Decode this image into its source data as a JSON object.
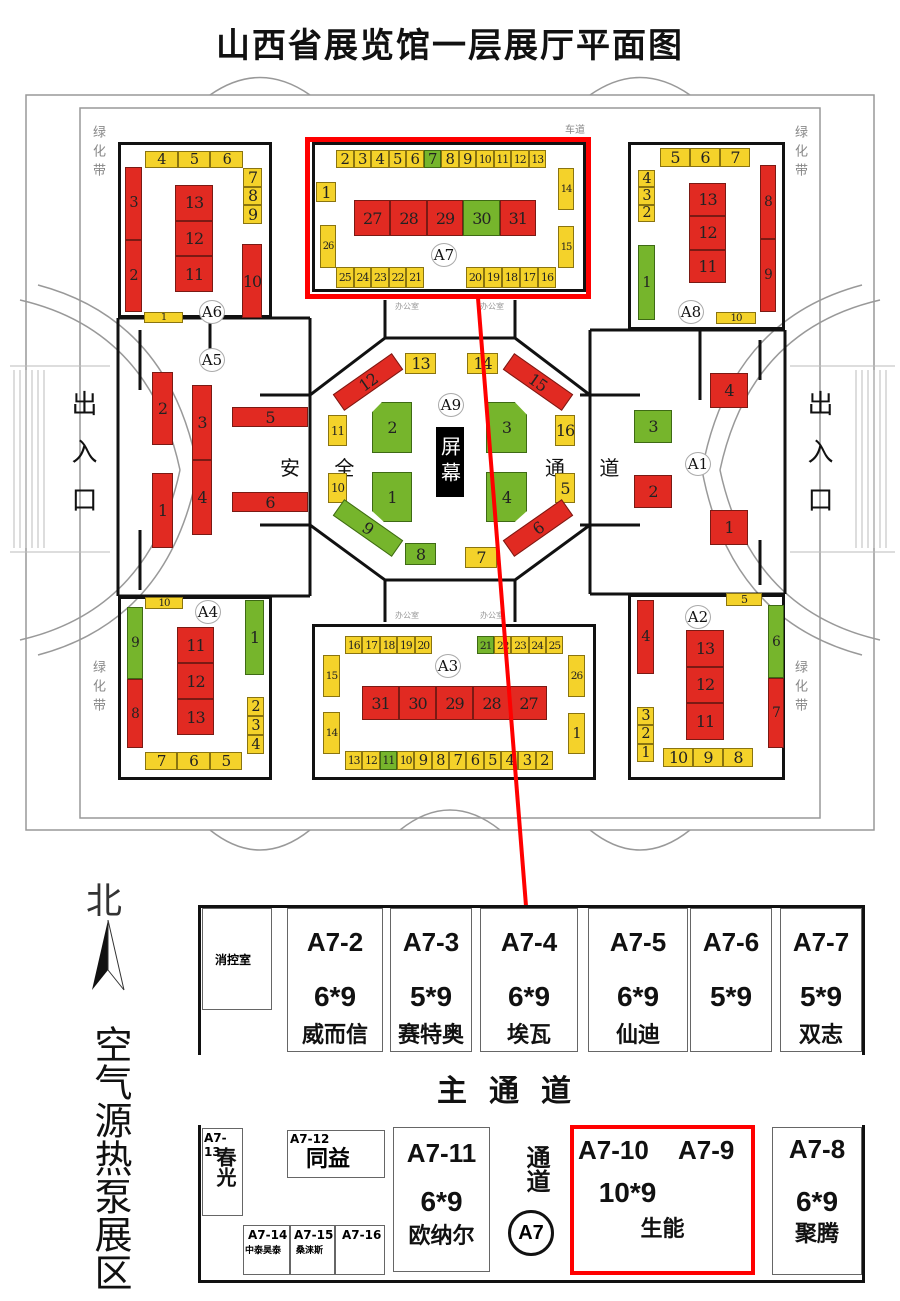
{
  "title": "山西省展览馆一层展厅平面图",
  "colors": {
    "red": "#e12a22",
    "yellow": "#f4d22a",
    "green": "#76b52c",
    "highlight": "#ff0000"
  },
  "labels": {
    "green_belt": "绿化带",
    "exit": "出入口",
    "driveway": "车道",
    "screen": "屏幕",
    "safety_passage": "安 全",
    "passage": "通 道",
    "office": "办公室",
    "north": "北",
    "area_title": "空气源热泵展区",
    "main_passage": "主通道",
    "side_passage": "通道",
    "fire_control_room": "消控室",
    "a7_badge": "A7"
  },
  "halls": [
    {
      "id": "A7",
      "label": "A7",
      "groups": [
        [
          {
            "n": "2",
            "c": "yellow"
          },
          {
            "n": "3",
            "c": "yellow"
          },
          {
            "n": "4",
            "c": "yellow"
          },
          {
            "n": "5",
            "c": "yellow"
          },
          {
            "n": "6",
            "c": "yellow"
          },
          {
            "n": "7",
            "c": "green"
          },
          {
            "n": "8",
            "c": "yellow"
          },
          {
            "n": "9",
            "c": "yellow"
          },
          {
            "n": "10",
            "c": "yellow"
          },
          {
            "n": "11",
            "c": "yellow"
          },
          {
            "n": "12",
            "c": "yellow"
          },
          {
            "n": "13",
            "c": "yellow"
          }
        ],
        [
          {
            "n": "1",
            "c": "yellow"
          }
        ],
        [
          {
            "n": "14",
            "c": "yellow"
          }
        ],
        [
          {
            "n": "15",
            "c": "yellow"
          }
        ],
        [
          {
            "n": "26",
            "c": "yellow"
          }
        ],
        [
          {
            "n": "27",
            "c": "red"
          },
          {
            "n": "28",
            "c": "red"
          },
          {
            "n": "29",
            "c": "red"
          },
          {
            "n": "30",
            "c": "green"
          },
          {
            "n": "31",
            "c": "red"
          }
        ],
        [
          {
            "n": "25",
            "c": "yellow"
          },
          {
            "n": "24",
            "c": "yellow"
          },
          {
            "n": "23",
            "c": "yellow"
          },
          {
            "n": "22",
            "c": "yellow"
          },
          {
            "n": "21",
            "c": "yellow"
          }
        ],
        [
          {
            "n": "20",
            "c": "yellow"
          },
          {
            "n": "19",
            "c": "yellow"
          },
          {
            "n": "18",
            "c": "yellow"
          },
          {
            "n": "17",
            "c": "yellow"
          },
          {
            "n": "16",
            "c": "yellow"
          }
        ]
      ]
    },
    {
      "id": "A6",
      "label": "A6",
      "groups": [
        [
          {
            "n": "4",
            "c": "yellow"
          },
          {
            "n": "5",
            "c": "yellow"
          },
          {
            "n": "6",
            "c": "yellow"
          }
        ],
        [
          {
            "n": "7",
            "c": "yellow"
          },
          {
            "n": "8",
            "c": "yellow"
          },
          {
            "n": "9",
            "c": "yellow"
          }
        ],
        [
          {
            "n": "3",
            "c": "red"
          },
          {
            "n": "2",
            "c": "red"
          }
        ],
        [
          {
            "n": "13",
            "c": "red"
          },
          {
            "n": "12",
            "c": "red"
          },
          {
            "n": "11",
            "c": "red"
          }
        ],
        [
          {
            "n": "10",
            "c": "red"
          }
        ],
        [
          {
            "n": "1",
            "c": "yellow"
          }
        ]
      ]
    },
    {
      "id": "A5",
      "label": "A5",
      "groups": [
        [
          {
            "n": "2",
            "c": "red"
          }
        ],
        [
          {
            "n": "3",
            "c": "red"
          },
          {
            "n": "4",
            "c": "red"
          }
        ],
        [
          {
            "n": "1",
            "c": "red"
          }
        ],
        [
          {
            "n": "5",
            "c": "red"
          }
        ],
        [
          {
            "n": "6",
            "c": "red"
          }
        ]
      ]
    },
    {
      "id": "A9",
      "label": "A9",
      "groups": [
        [
          {
            "n": "13",
            "c": "yellow"
          }
        ],
        [
          {
            "n": "14",
            "c": "yellow"
          }
        ],
        [
          {
            "n": "12",
            "c": "red"
          }
        ],
        [
          {
            "n": "15",
            "c": "red"
          }
        ],
        [
          {
            "n": "11",
            "c": "yellow"
          }
        ],
        [
          {
            "n": "16",
            "c": "yellow"
          }
        ],
        [
          {
            "n": "10",
            "c": "yellow"
          }
        ],
        [
          {
            "n": "5",
            "c": "yellow"
          }
        ],
        [
          {
            "n": "9",
            "c": "green"
          }
        ],
        [
          {
            "n": "6",
            "c": "red"
          }
        ],
        [
          {
            "n": "8",
            "c": "green"
          }
        ],
        [
          {
            "n": "7",
            "c": "yellow"
          }
        ],
        [
          {
            "n": "2",
            "c": "green"
          }
        ],
        [
          {
            "n": "1",
            "c": "green"
          }
        ],
        [
          {
            "n": "3",
            "c": "green"
          }
        ],
        [
          {
            "n": "4",
            "c": "green"
          }
        ]
      ]
    },
    {
      "id": "A1",
      "label": "A1",
      "groups": [
        [
          {
            "n": "3",
            "c": "green"
          }
        ],
        [
          {
            "n": "2",
            "c": "red"
          }
        ],
        [
          {
            "n": "4",
            "c": "red"
          }
        ],
        [
          {
            "n": "1",
            "c": "red"
          }
        ]
      ]
    },
    {
      "id": "A8",
      "label": "A8",
      "groups": [
        [
          {
            "n": "5",
            "c": "yellow"
          },
          {
            "n": "6",
            "c": "yellow"
          },
          {
            "n": "7",
            "c": "yellow"
          }
        ],
        [
          {
            "n": "4",
            "c": "yellow"
          },
          {
            "n": "3",
            "c": "yellow"
          },
          {
            "n": "2",
            "c": "yellow"
          }
        ],
        [
          {
            "n": "1",
            "c": "green"
          }
        ],
        [
          {
            "n": "13",
            "c": "red"
          },
          {
            "n": "12",
            "c": "red"
          },
          {
            "n": "11",
            "c": "red"
          }
        ],
        [
          {
            "n": "8",
            "c": "red"
          },
          {
            "n": "9",
            "c": "red"
          }
        ],
        [
          {
            "n": "10",
            "c": "yellow"
          }
        ]
      ]
    },
    {
      "id": "A4",
      "label": "A4",
      "groups": [
        [
          {
            "n": "10",
            "c": "yellow"
          }
        ],
        [
          {
            "n": "9",
            "c": "green"
          }
        ],
        [
          {
            "n": "8",
            "c": "red"
          }
        ],
        [
          {
            "n": "11",
            "c": "red"
          },
          {
            "n": "12",
            "c": "red"
          },
          {
            "n": "13",
            "c": "red"
          }
        ],
        [
          {
            "n": "1",
            "c": "green"
          }
        ],
        [
          {
            "n": "2",
            "c": "yellow"
          },
          {
            "n": "3",
            "c": "yellow"
          },
          {
            "n": "4",
            "c": "yellow"
          }
        ],
        [
          {
            "n": "7",
            "c": "yellow"
          },
          {
            "n": "6",
            "c": "yellow"
          },
          {
            "n": "5",
            "c": "yellow"
          }
        ]
      ]
    },
    {
      "id": "A3",
      "label": "A3",
      "groups": [
        [
          {
            "n": "16",
            "c": "yellow"
          },
          {
            "n": "17",
            "c": "yellow"
          },
          {
            "n": "18",
            "c": "yellow"
          },
          {
            "n": "19",
            "c": "yellow"
          },
          {
            "n": "20",
            "c": "yellow"
          }
        ],
        [
          {
            "n": "21",
            "c": "green"
          },
          {
            "n": "22",
            "c": "yellow"
          },
          {
            "n": "23",
            "c": "yellow"
          },
          {
            "n": "24",
            "c": "yellow"
          },
          {
            "n": "25",
            "c": "yellow"
          }
        ],
        [
          {
            "n": "15",
            "c": "yellow"
          }
        ],
        [
          {
            "n": "14",
            "c": "yellow"
          }
        ],
        [
          {
            "n": "26",
            "c": "yellow"
          }
        ],
        [
          {
            "n": "1",
            "c": "yellow"
          }
        ],
        [
          {
            "n": "31",
            "c": "red"
          },
          {
            "n": "30",
            "c": "red"
          },
          {
            "n": "29",
            "c": "red"
          },
          {
            "n": "28",
            "c": "red"
          },
          {
            "n": "27",
            "c": "red"
          }
        ],
        [
          {
            "n": "13",
            "c": "yellow"
          },
          {
            "n": "12",
            "c": "yellow"
          },
          {
            "n": "11",
            "c": "green"
          },
          {
            "n": "10",
            "c": "yellow"
          },
          {
            "n": "9",
            "c": "yellow"
          },
          {
            "n": "8",
            "c": "yellow"
          },
          {
            "n": "7",
            "c": "yellow"
          },
          {
            "n": "6",
            "c": "yellow"
          },
          {
            "n": "5",
            "c": "yellow"
          },
          {
            "n": "4",
            "c": "yellow"
          },
          {
            "n": "3",
            "c": "yellow"
          },
          {
            "n": "2",
            "c": "yellow"
          }
        ]
      ]
    },
    {
      "id": "A2",
      "label": "A2",
      "groups": [
        [
          {
            "n": "4",
            "c": "red"
          }
        ],
        [
          {
            "n": "5",
            "c": "yellow"
          }
        ],
        [
          {
            "n": "6",
            "c": "green"
          }
        ],
        [
          {
            "n": "7",
            "c": "red"
          }
        ],
        [
          {
            "n": "13",
            "c": "red"
          },
          {
            "n": "12",
            "c": "red"
          },
          {
            "n": "11",
            "c": "red"
          }
        ],
        [
          {
            "n": "3",
            "c": "yellow"
          },
          {
            "n": "2",
            "c": "yellow"
          },
          {
            "n": "1",
            "c": "yellow"
          }
        ],
        [
          {
            "n": "10",
            "c": "yellow"
          },
          {
            "n": "9",
            "c": "yellow"
          },
          {
            "n": "8",
            "c": "yellow"
          }
        ]
      ]
    }
  ],
  "detail": {
    "top": [
      {
        "id": "A7-2",
        "size": "6*9",
        "company": "威而信"
      },
      {
        "id": "A7-3",
        "size": "5*9",
        "company": "赛特奥"
      },
      {
        "id": "A7-4",
        "size": "6*9",
        "company": "埃瓦"
      },
      {
        "id": "A7-5",
        "size": "6*9",
        "company": "仙迪"
      },
      {
        "id": "A7-6",
        "size": "5*9",
        "company": ""
      },
      {
        "id": "A7-7",
        "size": "5*9",
        "company": "双志"
      }
    ],
    "bottom": {
      "a7_13": {
        "id": "A7-13",
        "company": "春光"
      },
      "a7_12": {
        "id": "A7-12",
        "company": "同益"
      },
      "a7_11": {
        "id": "A7-11",
        "size": "6*9",
        "company": "欧纳尔"
      },
      "a7_10_9": {
        "id1": "A7-10",
        "id2": "A7-9",
        "size": "10*9",
        "company": "生能"
      },
      "a7_8": {
        "id": "A7-8",
        "size": "6*9",
        "company": "聚腾"
      },
      "a7_14": {
        "id": "A7-14",
        "company": "中泰昊泰"
      },
      "a7_15": {
        "id": "A7-15",
        "company": "桑涞斯"
      },
      "a7_16": {
        "id": "A7-16",
        "company": ""
      }
    }
  }
}
